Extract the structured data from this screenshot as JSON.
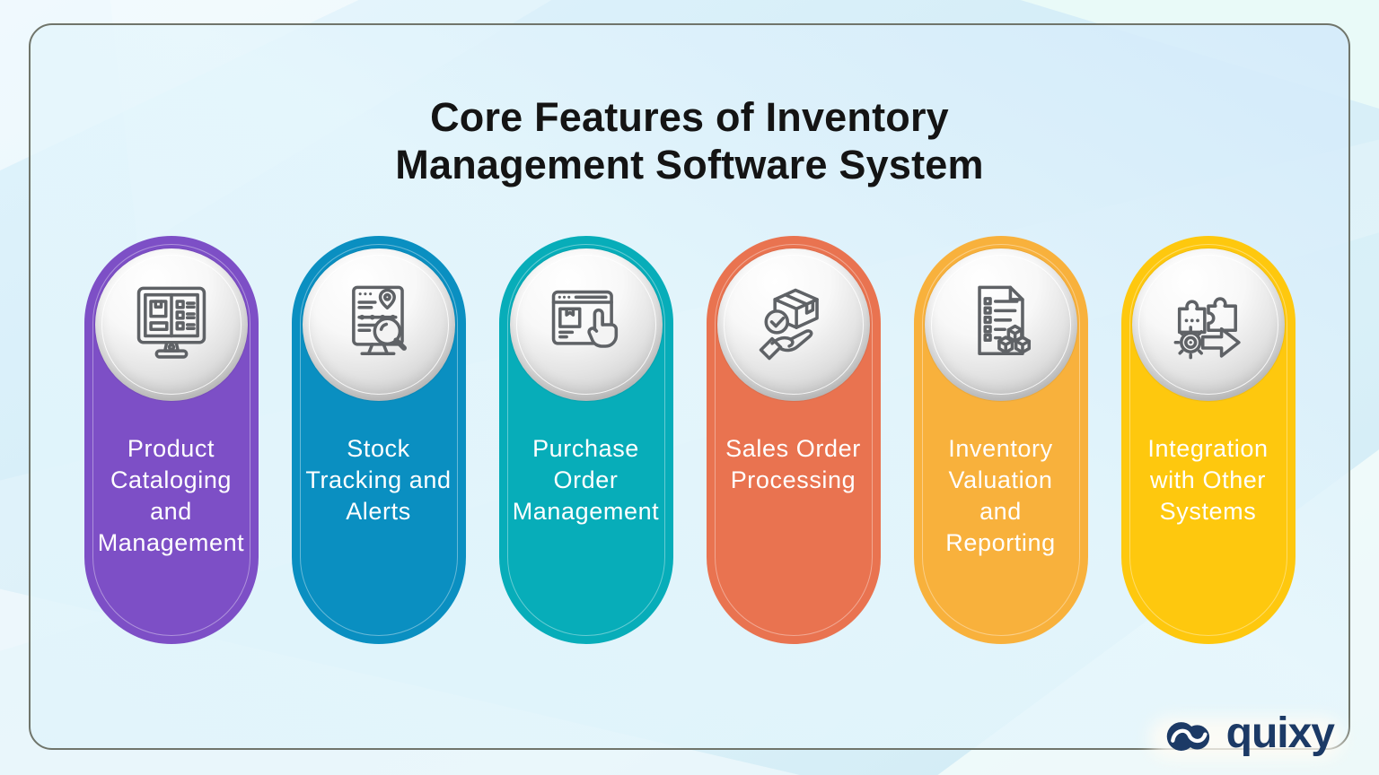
{
  "title": {
    "text": "Core Features of Inventory\nManagement Software System"
  },
  "cards": [
    {
      "label": "Product\nCataloging\nand\nManagement",
      "color": "#7d4fc6",
      "icon": "product-cataloging-monitor-icon"
    },
    {
      "label": "Stock\nTracking and\nAlerts",
      "color": "#0a8fc1",
      "icon": "stock-tracking-monitor-icon"
    },
    {
      "label": "Purchase\nOrder\nManagement",
      "color": "#07adb9",
      "icon": "purchase-order-click-icon"
    },
    {
      "label": "Sales Order\nProcessing",
      "color": "#e97350",
      "icon": "sales-order-hand-box-icon"
    },
    {
      "label": "Inventory\nValuation\nand\nReporting",
      "color": "#f8b13c",
      "icon": "inventory-valuation-checklist-icon"
    },
    {
      "label": "Integration\nwith Other\nSystems",
      "color": "#fec80e",
      "icon": "integration-puzzle-gear-icon"
    }
  ],
  "logo": {
    "text": "quixy",
    "brand_color": "#1c3a66"
  },
  "theme": {
    "page_background": "#d6eef8",
    "frame_border": "#70756b",
    "icon_stroke": "#5f6266",
    "icon_circle": "silver-gradient",
    "title_color": "#141414",
    "card_text_color": "#ffffff"
  }
}
